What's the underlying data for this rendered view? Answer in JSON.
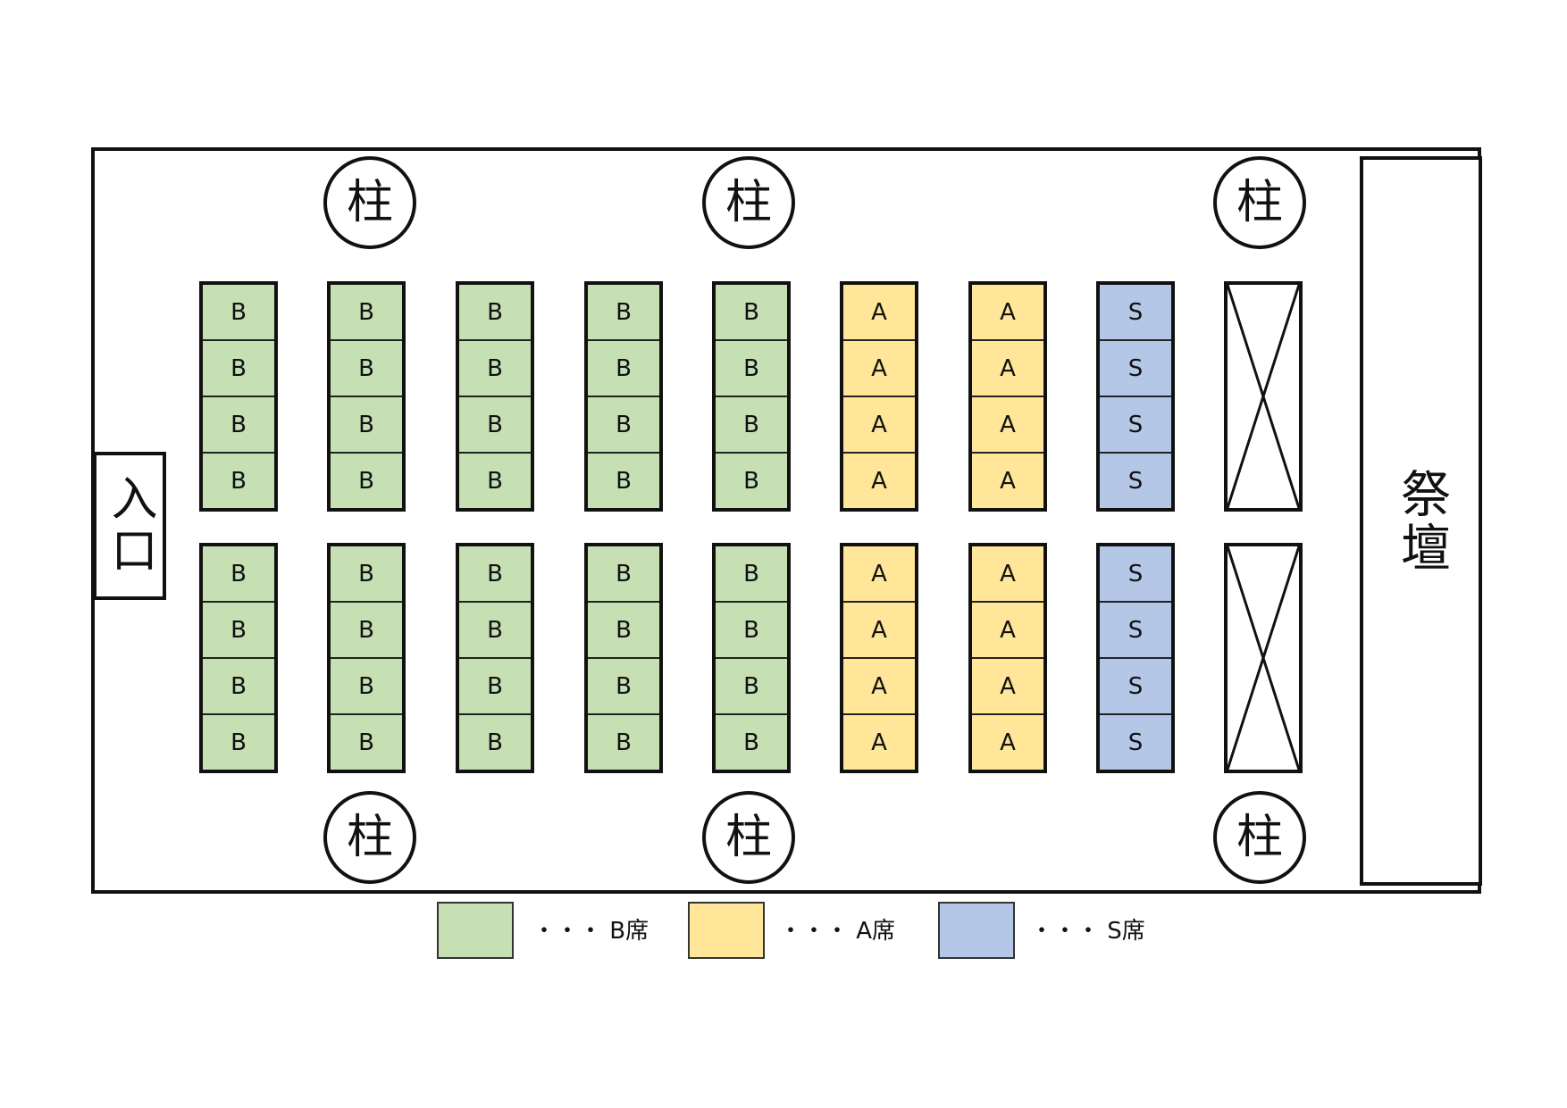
{
  "colors": {
    "B": "#c6e0b4",
    "A": "#ffe699",
    "S": "#b4c7e7",
    "outline": "#111111"
  },
  "altar_label": "祭壇",
  "entrance_label": "入口",
  "pillar_label": "柱",
  "seat_rows": [
    {
      "row": "top",
      "columns": [
        "B",
        "B",
        "B",
        "B",
        "B",
        "A",
        "A",
        "S",
        "blocked"
      ]
    },
    {
      "row": "bottom",
      "columns": [
        "B",
        "B",
        "B",
        "B",
        "B",
        "A",
        "A",
        "S",
        "blocked"
      ]
    }
  ],
  "seats_per_block": 4,
  "legend": [
    {
      "cls": "B",
      "label": "・・・ B席"
    },
    {
      "cls": "A",
      "label": "・・・ A席"
    },
    {
      "cls": "S",
      "label": "・・・ S席"
    }
  ]
}
